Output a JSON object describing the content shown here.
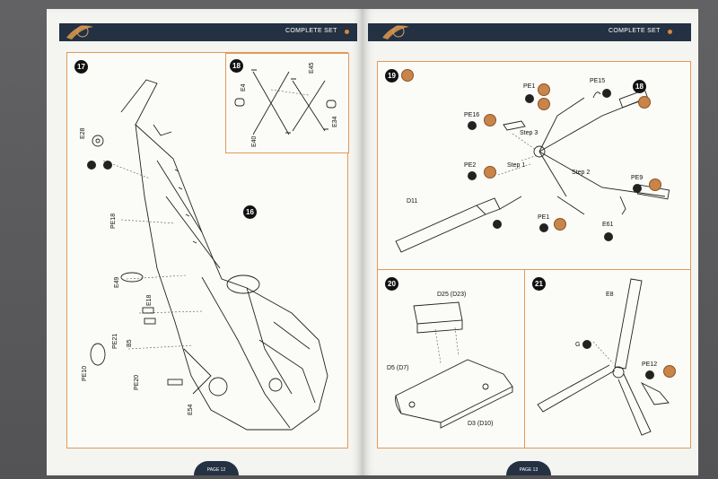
{
  "left_page": {
    "header": "COMPLETE SET",
    "page_number": "PAGE 12",
    "steps": [
      {
        "number": "17",
        "labels": [
          "E28",
          "PE18",
          "E49",
          "E18",
          "PE21",
          "B5",
          "PE10",
          "PE20",
          "E54"
        ]
      },
      {
        "number": "18",
        "labels": [
          "E4",
          "E45",
          "E40",
          "E34"
        ]
      }
    ],
    "marker": "16"
  },
  "right_page": {
    "header": "COMPLETE SET",
    "page_number": "PAGE 13",
    "step19": {
      "number": "19",
      "ref": "18",
      "labels": [
        "PE1",
        "PE15",
        "PE16",
        "Step 3",
        "PE2",
        "Step 1",
        "Step 2",
        "PE9",
        "D11",
        "PE1",
        "E61"
      ]
    },
    "step20": {
      "number": "20",
      "labels": [
        "D25 (D23)",
        "D5 (D7)",
        "D3 (D10)"
      ]
    },
    "step21": {
      "number": "21",
      "labels": [
        "E8",
        "G",
        "PE12"
      ]
    }
  },
  "glue_symbol": "G",
  "colors": {
    "header_bar": "#233142",
    "frame_orange": "#e09a5a",
    "paint_swatch": "#c9844a"
  }
}
